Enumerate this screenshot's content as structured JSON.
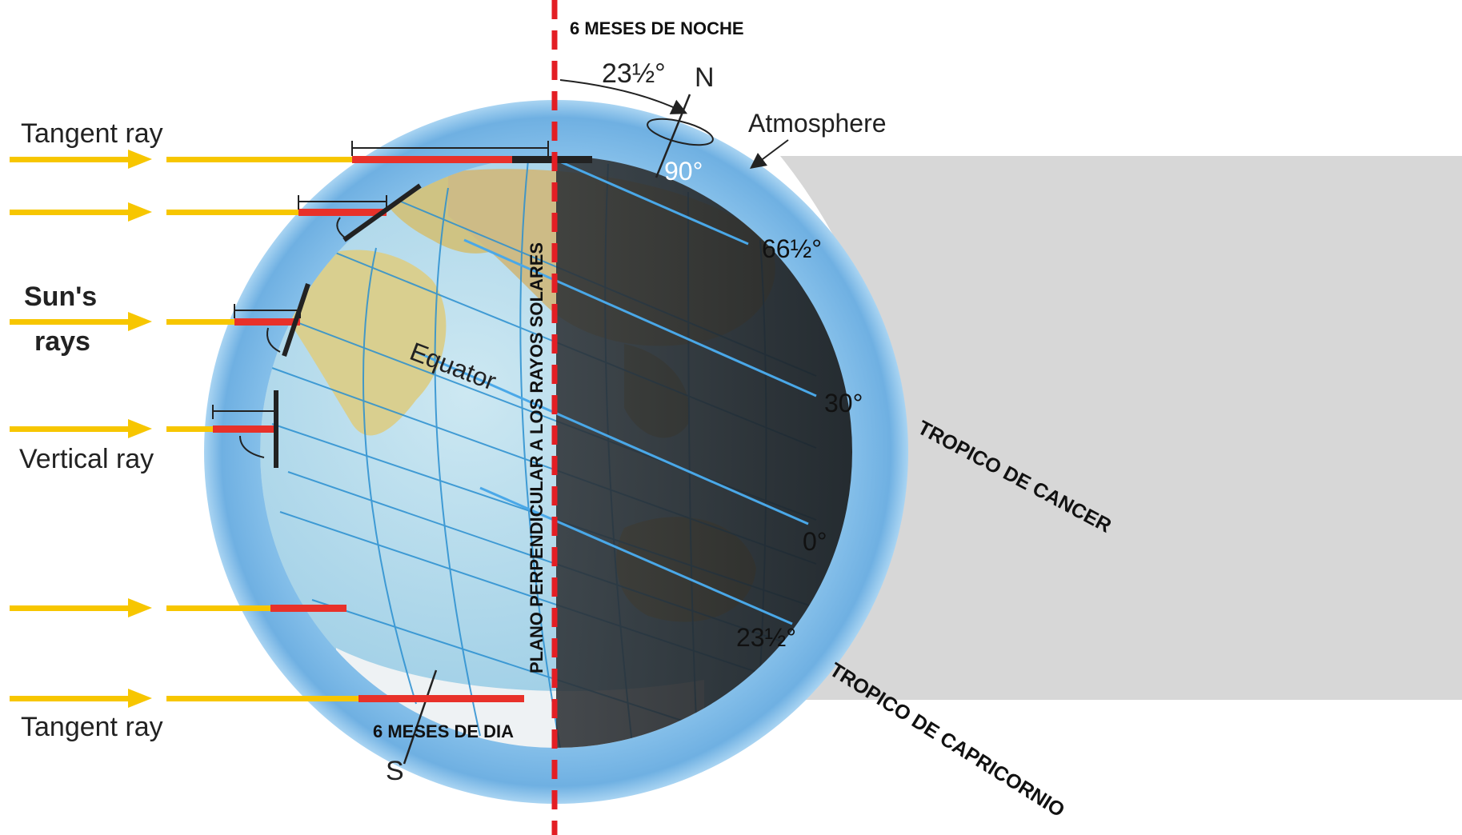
{
  "labels": {
    "tangent_ray_top": "Tangent ray",
    "tangent_ray_bottom": "Tangent ray",
    "suns_rays_line1": "Sun's",
    "suns_rays_line2": "rays",
    "vertical_ray": "Vertical ray",
    "equator": "Equator",
    "atmosphere": "Atmosphere",
    "north": "N",
    "south": "S",
    "tilt_angle": "23½°",
    "angle_90": "90°",
    "lat_66": "66½°",
    "lat_30": "30°",
    "lat_0": "0°",
    "lat_23": "23½°",
    "night_6_months": "6 MESES DE NOCHE",
    "day_6_months": "6 MESES DE DIA",
    "perpendicular_plane": "PLANO PERPENDICULAR A LOS RAYOS SOLARES",
    "tropic_cancer": "TROPICO DE CANCER",
    "tropic_capricorn": "TROPICO DE CAPRICORNIO"
  },
  "colors": {
    "sun_ray": "#f7c600",
    "ray_highlight": "#e8312a",
    "atmosphere": "#7ab8e6",
    "ocean": "#a9d4ea",
    "land": "#d9cf8f",
    "night": "#3a3f44",
    "grid": "#2a8fd0",
    "shadow_panel": "#d6d6d6",
    "perpendicular_line": "#e31e24"
  }
}
